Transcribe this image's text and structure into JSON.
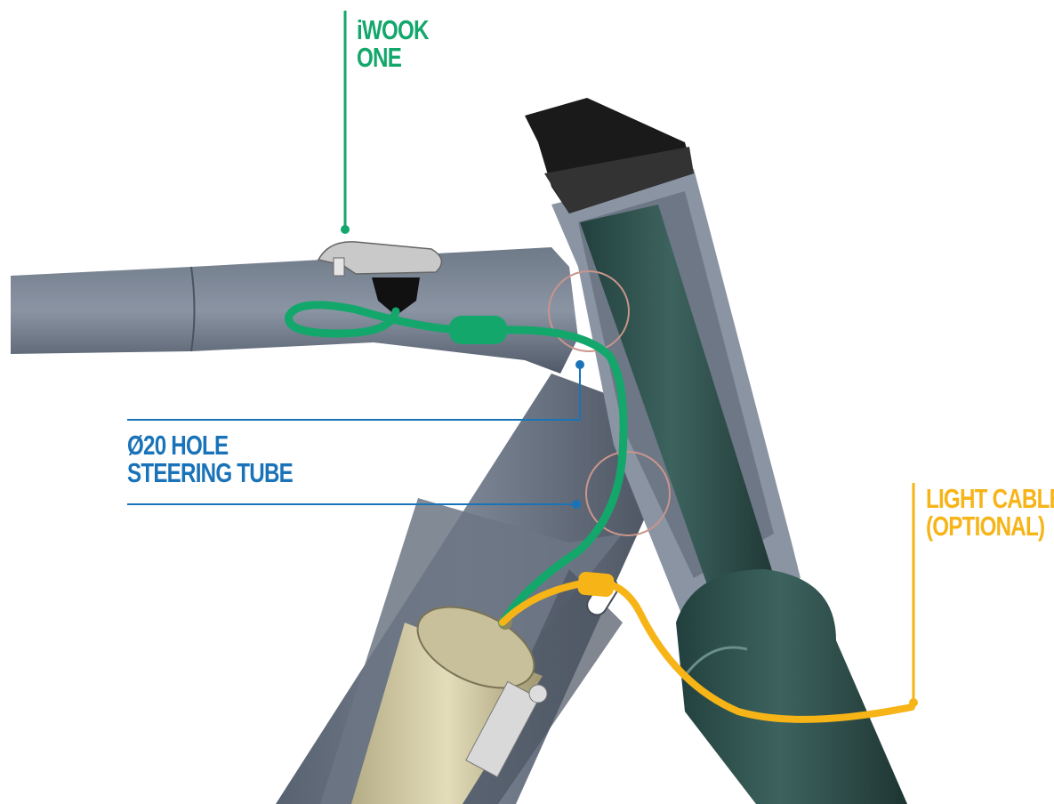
{
  "labels": {
    "iwook": {
      "line1": "iWOOK",
      "line2": "ONE"
    },
    "hole": {
      "line1": "Ø20 HOLE",
      "line2": "STEERING TUBE"
    },
    "light": {
      "line1": "LIGHT CABLE",
      "line2": "(OPTIONAL)"
    }
  },
  "colors": {
    "iwook": "#14a76c",
    "hole": "#1a73b8",
    "light": "#f6b417",
    "frame": "#5f6a7a",
    "fork": "#2f4f4b",
    "circle": "#c9958b"
  }
}
